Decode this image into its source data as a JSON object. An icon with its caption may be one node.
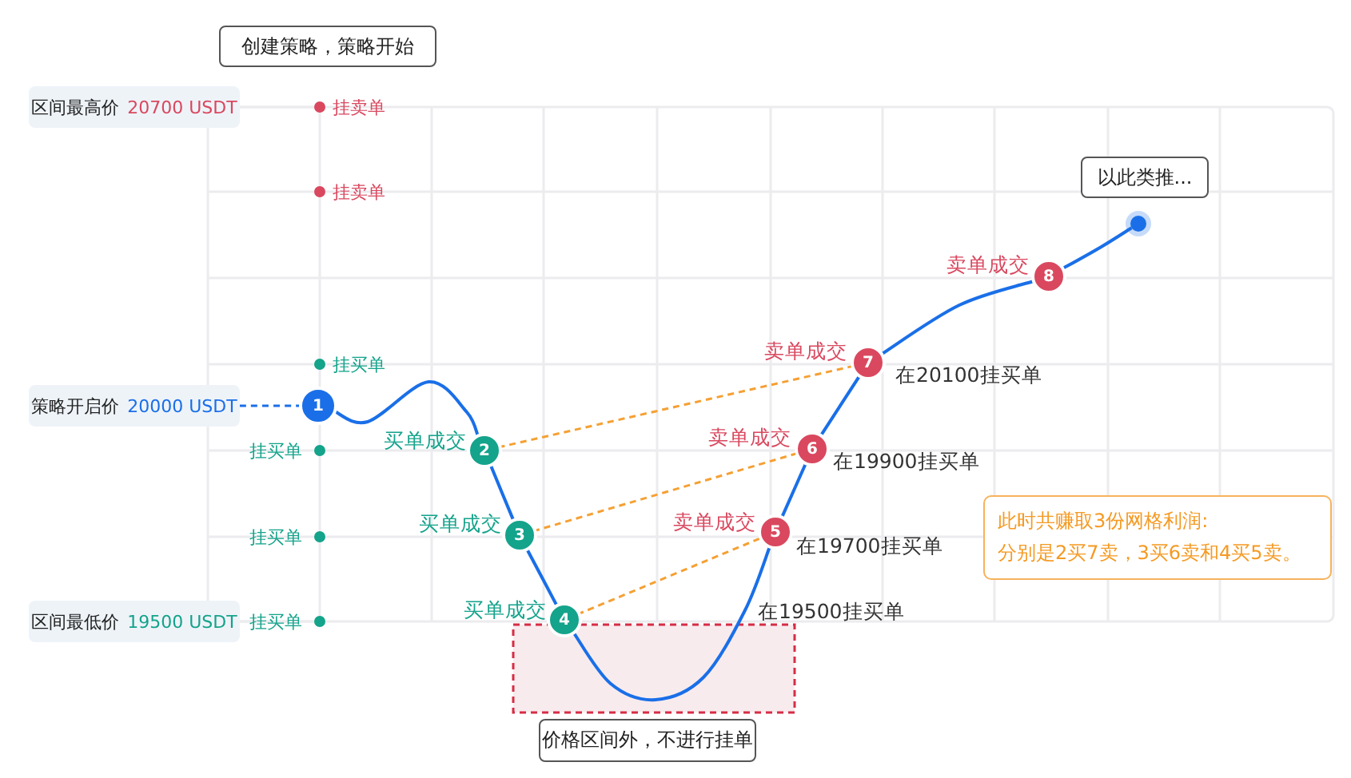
{
  "diagram": {
    "nodes": [
      {
        "text": [
          "创建策略，策略开始"
        ]
      },
      {
        "text": [
          "区间最高价",
          "20700 USDT"
        ]
      },
      {
        "text": [
          "策略开启价",
          "20000 USDT"
        ]
      },
      {
        "text": [
          "区间最低价",
          "19500 USDT"
        ]
      },
      {
        "text": [
          "1"
        ]
      },
      {
        "text": [
          "2"
        ],
        "beside": [
          "买单成交"
        ]
      },
      {
        "text": [
          "3"
        ],
        "beside": [
          "买单成交"
        ]
      },
      {
        "text": [
          "4"
        ],
        "beside": [
          "买单成交"
        ]
      },
      {
        "text": [
          "5"
        ],
        "beside": [
          "卖单成交",
          "在19700挂买单"
        ]
      },
      {
        "text": [
          "6"
        ],
        "beside": [
          "卖单成交",
          "在19900挂买单"
        ]
      },
      {
        "text": [
          "7"
        ],
        "beside": [
          "卖单成交",
          "在20100挂买单"
        ]
      },
      {
        "text": [
          "8"
        ],
        "beside": [
          "卖单成交"
        ]
      },
      {
        "text": [],
        "shape": "circle"
      },
      {
        "text": [
          "以此类推..."
        ]
      },
      {
        "text": [
          "价格区间外，不进行挂单"
        ]
      },
      {
        "text": [
          "此时共赚取3份网格利润:",
          "分别是2买7卖，3买6卖和4买5卖。"
        ]
      }
    ],
    "edges": [
      {
        "from": 2,
        "to": 4,
        "arrow": "none",
        "style": "dashed"
      },
      {
        "from": 4,
        "to": 5,
        "arrow": "none"
      },
      {
        "from": 5,
        "to": 6,
        "arrow": "none"
      },
      {
        "from": 6,
        "to": 7,
        "arrow": "none"
      },
      {
        "from": 7,
        "to": 8,
        "arrow": "none"
      },
      {
        "from": 8,
        "to": 9,
        "arrow": "none"
      },
      {
        "from": 9,
        "to": 10,
        "arrow": "none"
      },
      {
        "from": 10,
        "to": 11,
        "arrow": "none"
      },
      {
        "from": 11,
        "to": 12,
        "arrow": "none"
      },
      {
        "from": 5,
        "to": 10,
        "arrow": "none",
        "style": "dashed",
        "color": "#f5a033"
      },
      {
        "from": 6,
        "to": 9,
        "arrow": "none",
        "style": "dashed",
        "color": "#f5a033"
      },
      {
        "from": 7,
        "to": 8,
        "arrow": "none",
        "style": "dashed",
        "color": "#f5a033"
      }
    ],
    "labels": [
      "挂卖单",
      "挂卖单",
      "挂买单",
      "挂买单",
      "挂买单",
      "挂买单",
      "在19500挂买单"
    ]
  }
}
